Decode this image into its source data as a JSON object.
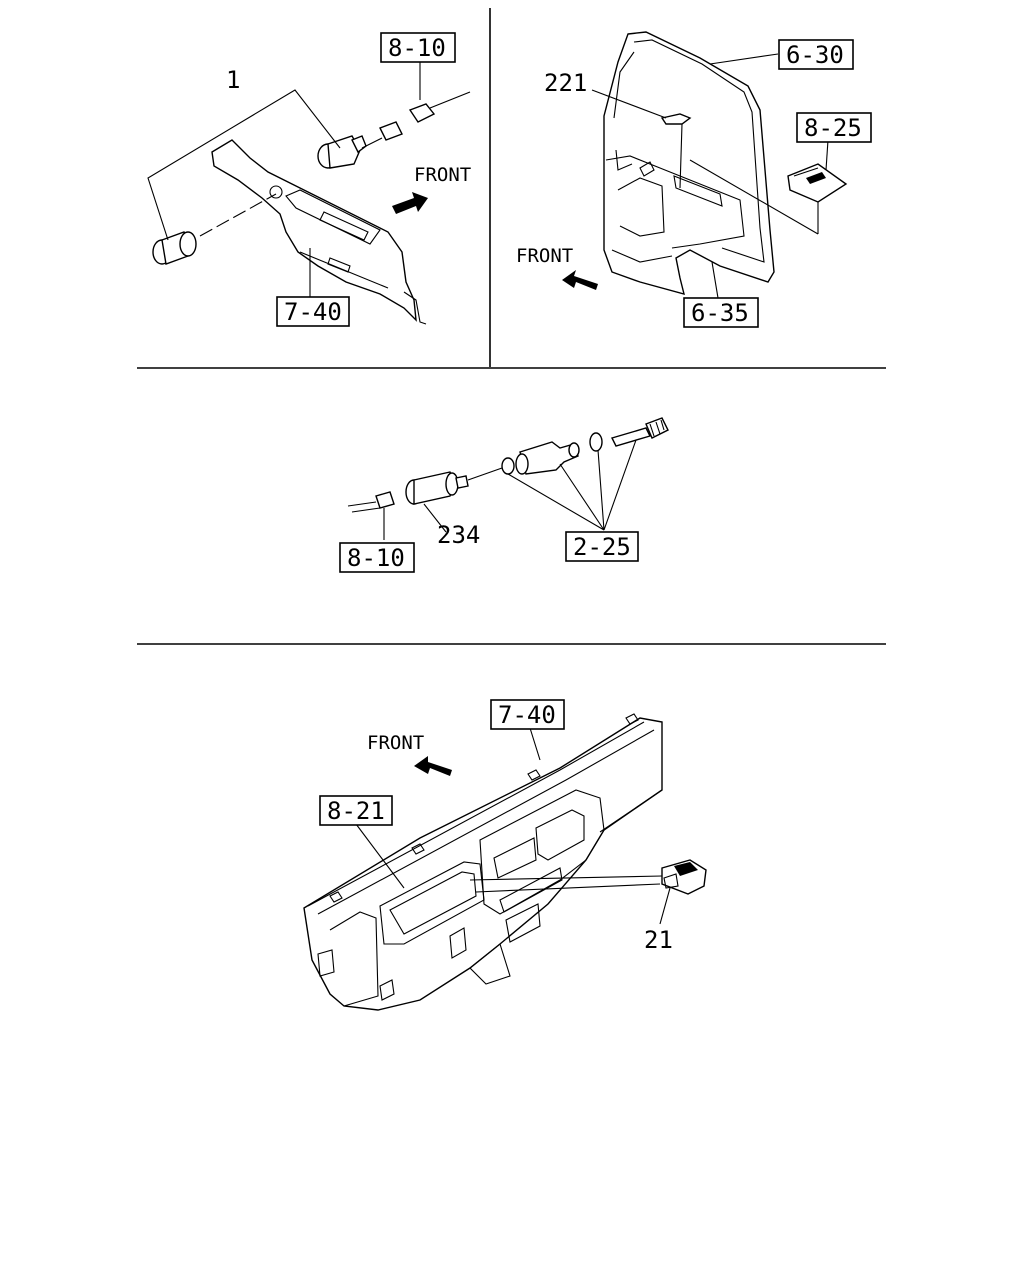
{
  "panels": {
    "top_left": {
      "part_number": "1",
      "refs": [
        "8-10",
        "7-40"
      ],
      "front_label": "FRONT"
    },
    "top_right": {
      "part_number": "221",
      "refs": [
        "6-30",
        "8-25",
        "6-35"
      ],
      "front_label": "FRONT"
    },
    "middle": {
      "part_number": "234",
      "refs": [
        "8-10",
        "2-25"
      ]
    },
    "bottom": {
      "part_number": "21",
      "refs": [
        "7-40",
        "8-21"
      ],
      "front_label": "FRONT"
    }
  }
}
